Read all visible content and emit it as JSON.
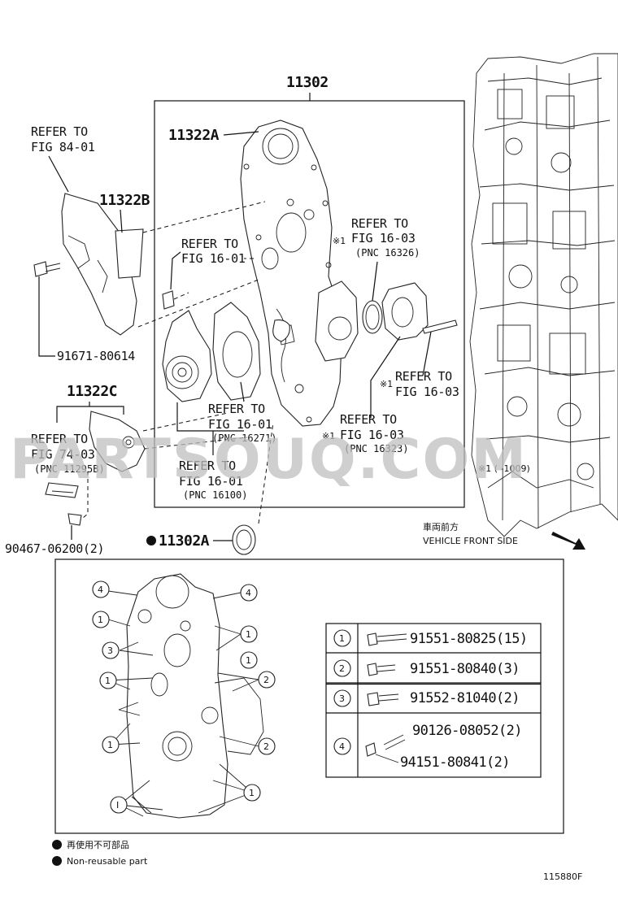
{
  "main_part": "11302",
  "parts": {
    "p11322A": "11322A",
    "p11322B": "11322B",
    "p11322C": "11322C",
    "p11302A": "11302A",
    "p91671": "91671-80614",
    "p90467": "90467-06200(2)"
  },
  "refers": {
    "r1_l1": "REFER TO",
    "r1_l2": "FIG 84-01",
    "r2_l1": "REFER TO",
    "r2_l2": "FIG 16-01",
    "r3_mark": "※1",
    "r3_l1": "REFER TO",
    "r3_l2": "FIG 16-03",
    "r3_pnc": "(PNC 16326)",
    "r4_mark": "※1",
    "r4_l1": "REFER TO",
    "r4_l2": "FIG 16-03",
    "r5_l1": "REFER TO",
    "r5_l2": "FIG 16-01",
    "r5_pnc": "(PNC 16271)",
    "r6_mark": "※1",
    "r6_l1": "REFER TO",
    "r6_l2": "FIG 16-03",
    "r6_pnc": "(PNC 16323)",
    "r7_l1": "REFER TO",
    "r7_l2": "FIG 74-03",
    "r7_pnc": "(PNC 11295B)",
    "r8_l1": "REFER TO",
    "r8_l2": "FIG 16-01",
    "r8_pnc": "(PNC 16100)"
  },
  "footnote_range": "※1 (      -1009)",
  "vehicle_front_jp": "車両前方",
  "vehicle_front_en": "VEHICLE FRONT SIDE",
  "watermark": "PARTSOUQ.COM",
  "legend_table": [
    {
      "key": "1",
      "parts": [
        "91551-80825(15)"
      ]
    },
    {
      "key": "2",
      "parts": [
        "91551-80840(3)"
      ]
    },
    {
      "key": "3",
      "parts": [
        "91552-81040(2)"
      ]
    },
    {
      "key": "4",
      "parts": [
        "90126-08052(2)",
        "94151-80841(2)"
      ]
    }
  ],
  "callouts": [
    "4",
    "1",
    "3",
    "1",
    "1",
    "I",
    "4",
    "1",
    "1",
    "2",
    "2",
    "1"
  ],
  "notes": {
    "jp": "再使用不可部品",
    "en": "Non-reusable part"
  },
  "figure_id": "115880F"
}
